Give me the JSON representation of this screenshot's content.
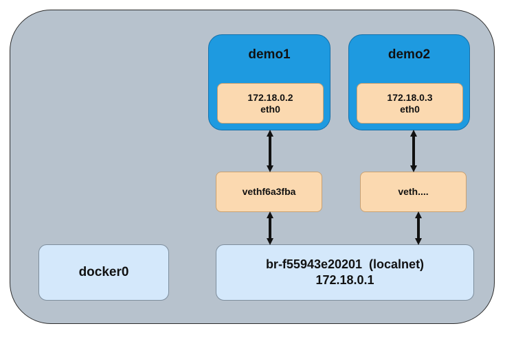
{
  "containers": [
    {
      "name": "demo1",
      "ip": "172.18.0.2",
      "iface": "eth0"
    },
    {
      "name": "demo2",
      "ip": "172.18.0.3",
      "iface": "eth0"
    }
  ],
  "veths": [
    {
      "label": "vethf6a3fba"
    },
    {
      "label": "veth...."
    }
  ],
  "docker0": {
    "label": "docker0"
  },
  "bridge": {
    "name": "br-f55943e20201  (localnet)",
    "ip": "172.18.0.1"
  },
  "colors": {
    "host_bg": "#b7c2cd",
    "container_bg": "#1e9ae0",
    "interface_bg": "#fbd9b0",
    "bridge_bg": "#d4e8fb"
  }
}
